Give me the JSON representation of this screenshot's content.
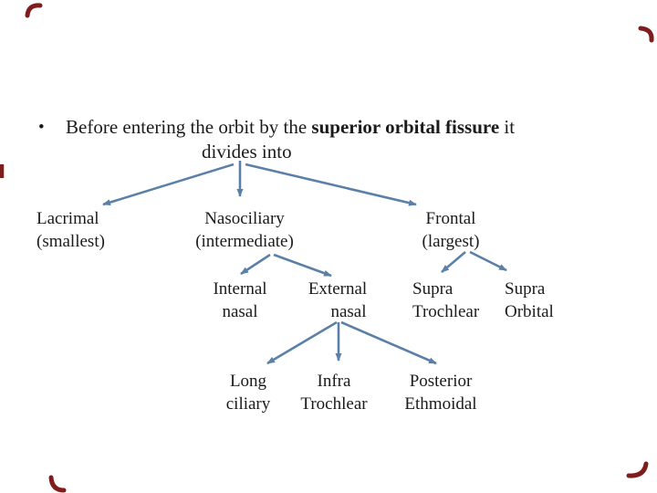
{
  "colors": {
    "background": "#ffffff",
    "text": "#1b1b1b",
    "connector_blue": "#5B80A8",
    "border_red": "#7F1D1D"
  },
  "title": {
    "bullet": "•",
    "line1_before": "Before entering the orbit by the ",
    "line1_bold": "superior orbital fissure",
    "line1_after": " it",
    "line2": "divides into"
  },
  "tree": {
    "level1": [
      {
        "name": "Lacrimal",
        "note": "(smallest)"
      },
      {
        "name": "Nasociliary",
        "note": "(intermediate)"
      },
      {
        "name": "Frontal",
        "note": "(largest)"
      }
    ],
    "level2": [
      {
        "line1": "Internal",
        "line2": "nasal"
      },
      {
        "line1": "External",
        "line2": "nasal"
      },
      {
        "line1": "Supra",
        "line2": "Trochlear"
      },
      {
        "line1": "Supra",
        "line2": "Orbital"
      }
    ],
    "level3": [
      {
        "line1": "Long",
        "line2": "ciliary"
      },
      {
        "line1": "Infra",
        "line2": "Trochlear"
      },
      {
        "line1": "Posterior",
        "line2": "Ethmoidal"
      }
    ]
  }
}
